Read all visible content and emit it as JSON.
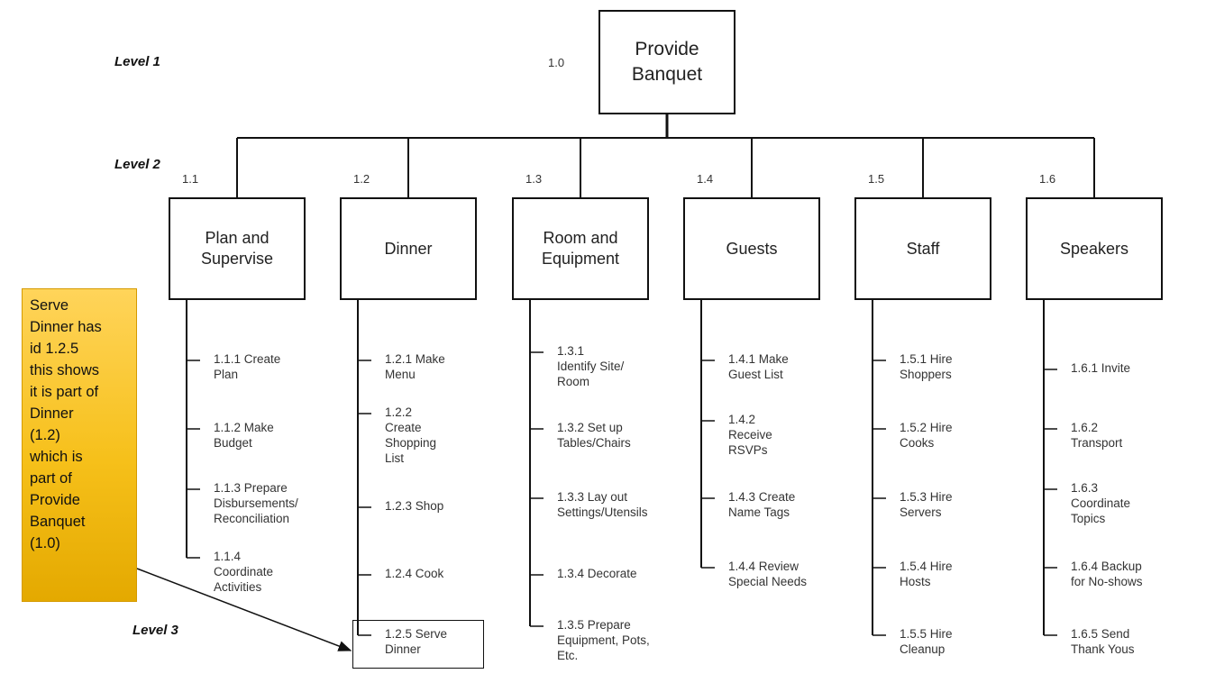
{
  "levels": [
    "Level 1",
    "Level 2",
    "Level 3"
  ],
  "root": {
    "id": "1.0",
    "label": "Provide\nBanquet"
  },
  "branches": [
    {
      "id": "1.1",
      "label": "Plan and\nSupervise",
      "tasks": [
        "1.1.1 Create\nPlan",
        "1.1.2 Make\nBudget",
        "1.1.3 Prepare\nDisbursements/\nReconciliation",
        "1.1.4\nCoordinate\nActivities"
      ]
    },
    {
      "id": "1.2",
      "label": "Dinner",
      "tasks": [
        "1.2.1 Make\nMenu",
        "1.2.2\nCreate\nShopping\nList",
        "1.2.3 Shop",
        "1.2.4 Cook",
        "1.2.5 Serve\nDinner"
      ]
    },
    {
      "id": "1.3",
      "label": "Room and\nEquipment",
      "tasks": [
        "1.3.1\nIdentify Site/\nRoom",
        "1.3.2 Set up\nTables/Chairs",
        "1.3.3 Lay out\nSettings/Utensils",
        "1.3.4 Decorate",
        "1.3.5 Prepare\nEquipment, Pots,\nEtc."
      ]
    },
    {
      "id": "1.4",
      "label": "Guests",
      "tasks": [
        "1.4.1 Make\nGuest List",
        "1.4.2\nReceive\nRSVPs",
        "1.4.3 Create\nName Tags",
        "1.4.4 Review\nSpecial Needs"
      ]
    },
    {
      "id": "1.5",
      "label": "Staff",
      "tasks": [
        "1.5.1 Hire\nShoppers",
        "1.5.2 Hire\nCooks",
        "1.5.3 Hire\nServers",
        "1.5.4 Hire\nHosts",
        "1.5.5 Hire\nCleanup"
      ]
    },
    {
      "id": "1.6",
      "label": "Speakers",
      "tasks": [
        "1.6.1 Invite",
        "1.6.2\nTransport",
        "1.6.3\nCoordinate\nTopics",
        "1.6.4 Backup\nfor No-shows",
        "1.6.5 Send\nThank Yous"
      ]
    }
  ],
  "note": "Serve\nDinner has\nid 1.2.5\nthis shows\nit is part of\nDinner\n(1.2)\nwhich is\npart of\nProvide\nBanquet\n(1.0)",
  "colors": {
    "note_fill": "#f6c01a",
    "line": "#111111"
  }
}
